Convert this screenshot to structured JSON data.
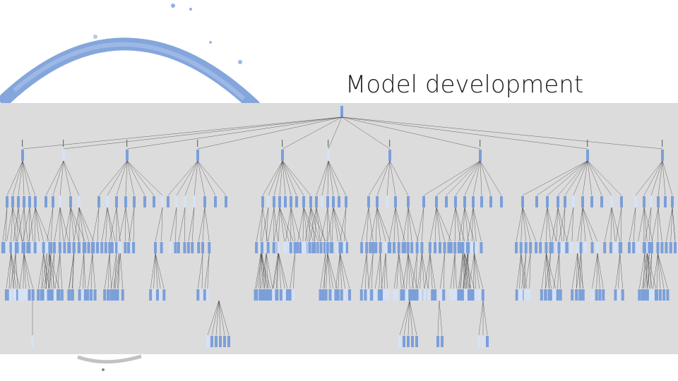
{
  "slide": {
    "title": "Model development"
  },
  "tree_figure": {
    "kind": "decision tree",
    "levels_visible": 6,
    "node_color": "#7b9fd9",
    "node_light_color": "#d6e2f5",
    "edge_color": "#333333",
    "panel_color": "#dcdcdc"
  },
  "decoration": {
    "arc_color": "#6f97d6"
  }
}
